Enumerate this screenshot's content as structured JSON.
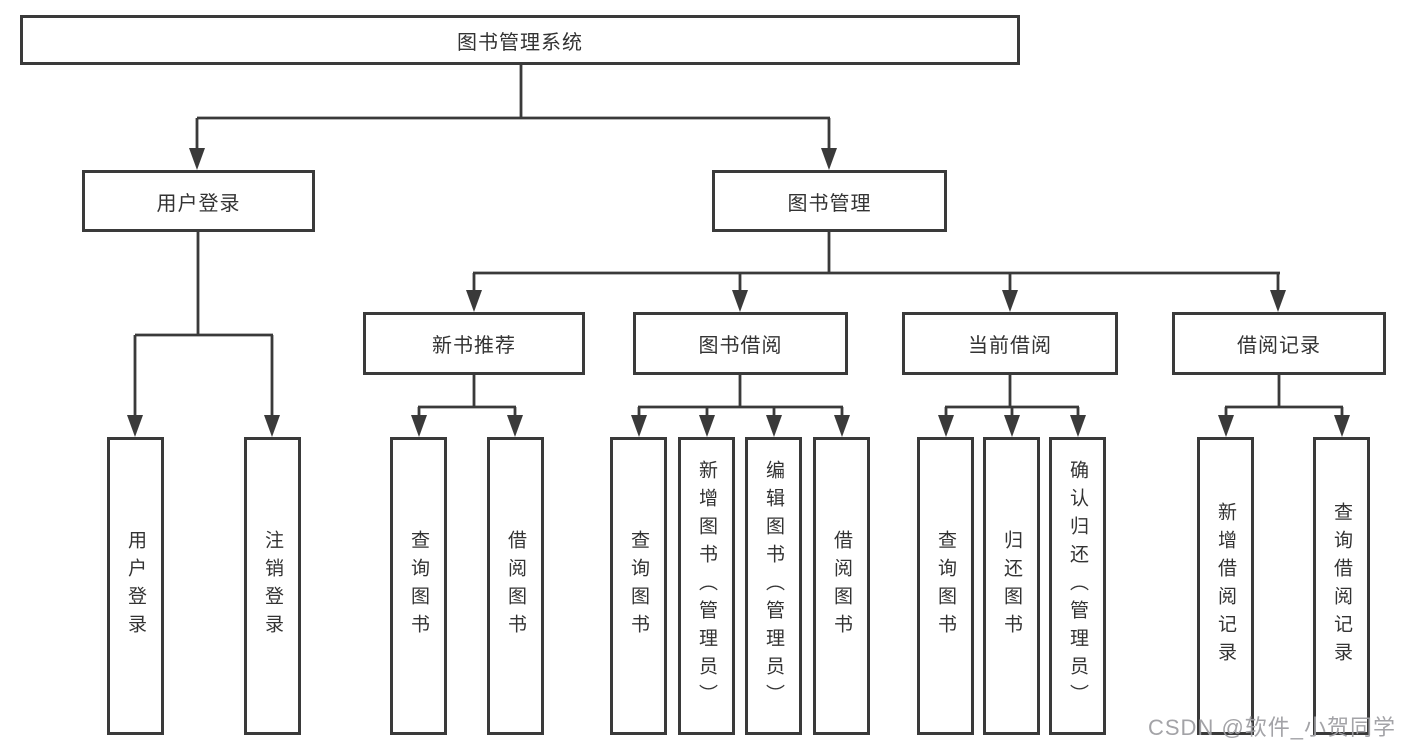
{
  "watermark": "CSDN @软件_小贺同学",
  "colors": {
    "line": "#3a3a3a",
    "text": "#333333",
    "watermark": "#9e9ea2",
    "background": "#ffffff"
  },
  "tree": {
    "label": "图书管理系统",
    "children": [
      {
        "label": "用户登录",
        "children": [
          {
            "label": "用户登录"
          },
          {
            "label": "注销登录"
          }
        ]
      },
      {
        "label": "图书管理",
        "children": [
          {
            "label": "新书推荐",
            "children": [
              {
                "label": "查询图书"
              },
              {
                "label": "借阅图书"
              }
            ]
          },
          {
            "label": "图书借阅",
            "children": [
              {
                "label": "查询图书"
              },
              {
                "label": "新增图书（管理员）"
              },
              {
                "label": "编辑图书（管理员）"
              },
              {
                "label": "借阅图书"
              }
            ]
          },
          {
            "label": "当前借阅",
            "children": [
              {
                "label": "查询图书"
              },
              {
                "label": "归还图书"
              },
              {
                "label": "确认归还（管理员）"
              }
            ]
          },
          {
            "label": "借阅记录",
            "children": [
              {
                "label": "新增借阅记录"
              },
              {
                "label": "查询借阅记录"
              }
            ]
          }
        ]
      }
    ]
  }
}
